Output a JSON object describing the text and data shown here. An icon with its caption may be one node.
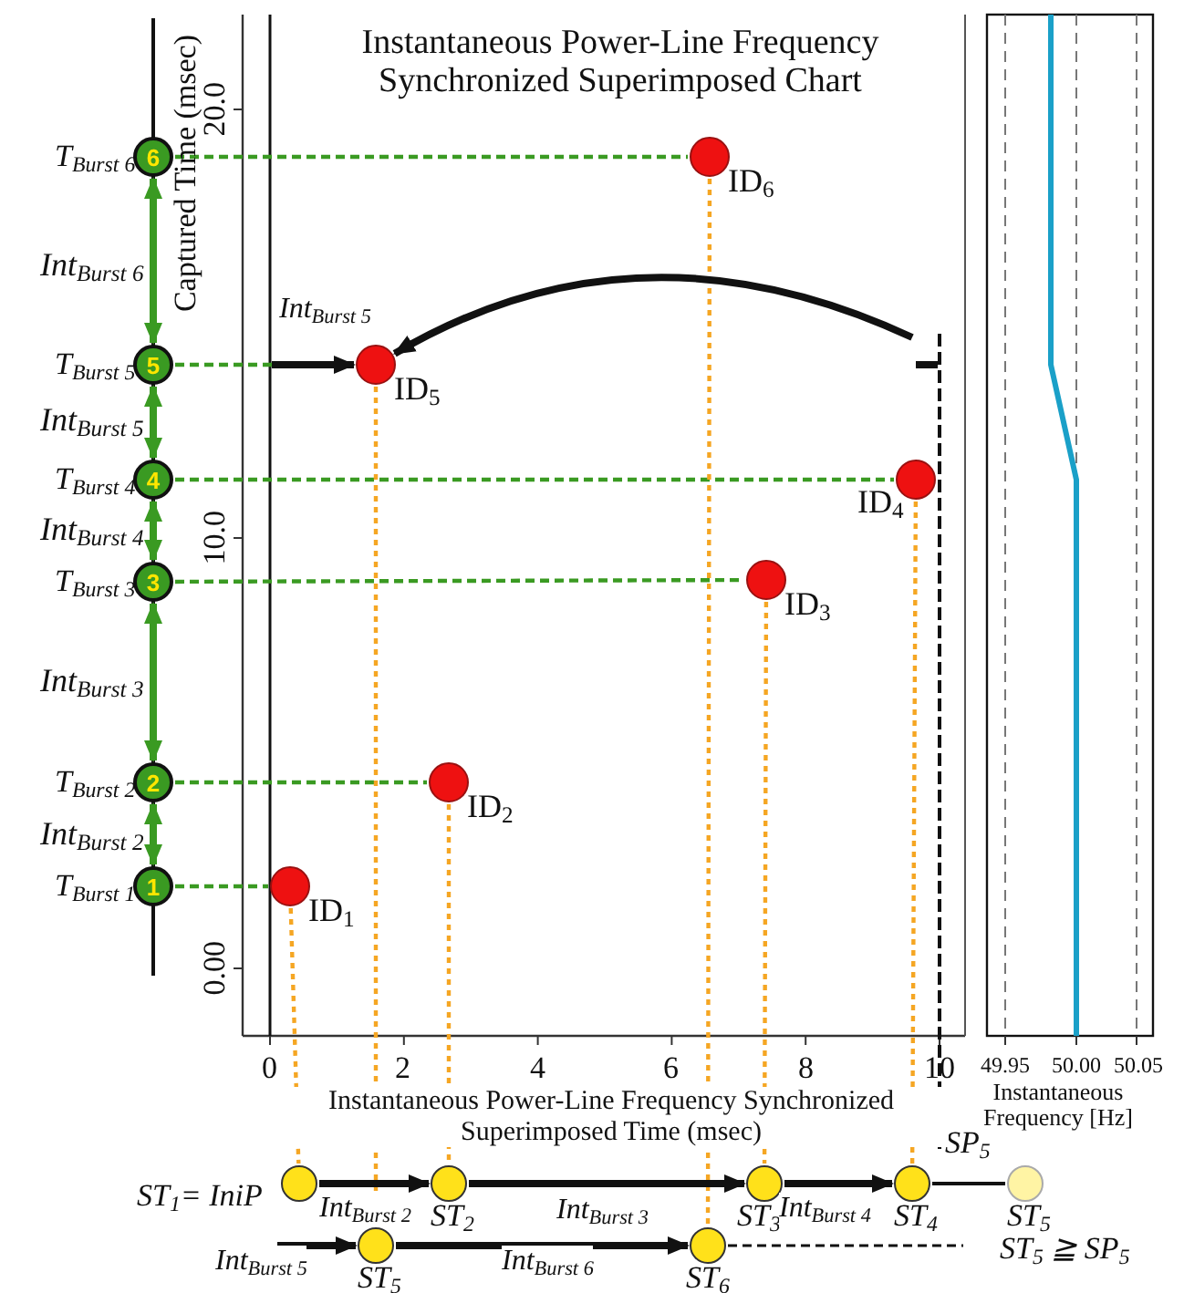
{
  "diagram": {
    "title": "Instantaneous Power-Line Frequency Synchronized Superimposed Chart",
    "nodes": [
      {
        "text": [
          "6"
        ],
        "beside": [
          "T$_{Burst 6}$"
        ]
      },
      {
        "text": [
          "5"
        ],
        "beside": [
          "T$_{Burst 5}$"
        ]
      },
      {
        "text": [
          "4"
        ],
        "beside": [
          "T$_{Burst 4}$"
        ]
      },
      {
        "text": [
          "3"
        ],
        "beside": [
          "T$_{Burst 3}$"
        ]
      },
      {
        "text": [
          "2"
        ],
        "beside": [
          "T$_{Burst 2}$"
        ]
      },
      {
        "text": [
          "1"
        ],
        "beside": [
          "T$_{Burst 1}$"
        ]
      },
      {
        "text": [],
        "shape": "circle",
        "beside": [
          "ID$_{6}$"
        ]
      },
      {
        "text": [],
        "shape": "circle",
        "beside": [
          "ID$_{5}$"
        ]
      },
      {
        "text": [],
        "shape": "circle",
        "beside": [
          "ID$_{4}$"
        ]
      },
      {
        "text": [],
        "shape": "circle",
        "beside": [
          "ID$_{3}$"
        ]
      },
      {
        "text": [],
        "shape": "circle",
        "beside": [
          "ID$_{2}$"
        ]
      },
      {
        "text": [],
        "shape": "circle",
        "beside": [
          "ID$_{1}$"
        ]
      },
      {
        "text": [],
        "shape": "circle",
        "beside": [
          "ST$_{1}$= IniP"
        ]
      },
      {
        "text": [],
        "shape": "circle",
        "beside": [
          "ST$_{2}$"
        ]
      },
      {
        "text": [],
        "shape": "circle",
        "beside": [
          "ST$_{3}$"
        ]
      },
      {
        "text": [],
        "shape": "circle",
        "beside": [
          "ST$_{4}$"
        ]
      },
      {
        "text": [],
        "shape": "circle",
        "beside": [
          "ST$_{5}$"
        ]
      },
      {
        "text": [],
        "shape": "circle",
        "beside": [
          "ST$_{5}$"
        ]
      },
      {
        "text": [],
        "shape": "circle",
        "beside": [
          "ST$_{6}$"
        ]
      },
      {
        "text": [],
        "shape": "bar",
        "beside": [
          "SP$_{5}$"
        ]
      }
    ],
    "edges": [
      {
        "from": 0,
        "to": 1,
        "arrow": "both",
        "label": "Int$_{Burst 6}$",
        "style": "thick",
        "color": "#3a9a22"
      },
      {
        "from": 1,
        "to": 2,
        "arrow": "both",
        "label": "Int$_{Burst 5}$",
        "style": "thick",
        "color": "#3a9a22"
      },
      {
        "from": 2,
        "to": 3,
        "arrow": "both",
        "label": "Int$_{Burst 4}$",
        "style": "thick",
        "color": "#3a9a22"
      },
      {
        "from": 3,
        "to": 4,
        "arrow": "both",
        "label": "Int$_{Burst 3}$",
        "style": "thick",
        "color": "#3a9a22"
      },
      {
        "from": 4,
        "to": 5,
        "arrow": "both",
        "label": "Int$_{Burst 2}$",
        "style": "thick",
        "color": "#3a9a22"
      },
      {
        "from": 0,
        "to": 6,
        "arrow": "none",
        "style": "dashed",
        "color": "#3a9a22"
      },
      {
        "from": 1,
        "to": 7,
        "arrow": "none",
        "style": "dashed",
        "color": "#3a9a22"
      },
      {
        "from": 2,
        "to": 8,
        "arrow": "none",
        "style": "dashed",
        "color": "#3a9a22"
      },
      {
        "from": 3,
        "to": 9,
        "arrow": "none",
        "style": "dashed",
        "color": "#3a9a22"
      },
      {
        "from": 4,
        "to": 10,
        "arrow": "none",
        "style": "dashed",
        "color": "#3a9a22"
      },
      {
        "from": 5,
        "to": 11,
        "arrow": "none",
        "style": "dashed",
        "color": "#3a9a22"
      },
      {
        "from": 6,
        "to": 18,
        "arrow": "none",
        "style": "dashed",
        "color": "#f5a623"
      },
      {
        "from": 7,
        "to": 17,
        "arrow": "none",
        "style": "dashed",
        "color": "#f5a623"
      },
      {
        "from": 8,
        "to": 15,
        "arrow": "none",
        "style": "dashed",
        "color": "#f5a623"
      },
      {
        "from": 9,
        "to": 14,
        "arrow": "none",
        "style": "dashed",
        "color": "#f5a623"
      },
      {
        "from": 10,
        "to": 13,
        "arrow": "none",
        "style": "dashed",
        "color": "#f5a623"
      },
      {
        "from": 11,
        "to": 12,
        "arrow": "none",
        "style": "dashed",
        "color": "#f5a623"
      },
      {
        "from": 12,
        "to": 13,
        "arrow": "to",
        "label": "Int$_{Burst 2}$",
        "style": "thick",
        "color": "#111111"
      },
      {
        "from": 13,
        "to": 14,
        "arrow": "to",
        "label": "Int$_{Burst 3}$",
        "style": "thick",
        "color": "#111111"
      },
      {
        "from": 14,
        "to": 15,
        "arrow": "to",
        "label": "Int$_{Burst 4}$",
        "style": "thick",
        "color": "#111111"
      },
      {
        "from": 15,
        "to": 16,
        "arrow": "none",
        "color": "#111111"
      },
      {
        "from": null,
        "to": 17,
        "arrow": "to",
        "label": "Int$_{Burst 5}$",
        "style": "thick",
        "color": "#111111"
      },
      {
        "from": 17,
        "to": 18,
        "arrow": "to",
        "label": "Int$_{Burst 6}$",
        "style": "thick",
        "color": "#111111"
      },
      {
        "from": 18,
        "to": null,
        "arrow": "none",
        "style": "dashed",
        "color": "#111111"
      },
      {
        "from": 19,
        "to": 7,
        "arrow": "to",
        "style": "thick",
        "color": "#111111"
      },
      {
        "from": null,
        "to": 7,
        "arrow": "to",
        "label": "Int$_{Burst 5}$",
        "style": "thick",
        "color": "#111111"
      }
    ],
    "labels": [
      "Captured Time (msec)",
      "20.0",
      "10.0",
      "0.00",
      "0",
      "2",
      "4",
      "6",
      "8",
      "10",
      "49.95",
      "50.00",
      "50.05",
      "Instantaneous Power-Line Frequency Synchronized Superimposed Time (msec)",
      "Instantaneous Frequency [Hz]",
      "ST$_{5}$ ≧ SP$_{5}$"
    ]
  }
}
